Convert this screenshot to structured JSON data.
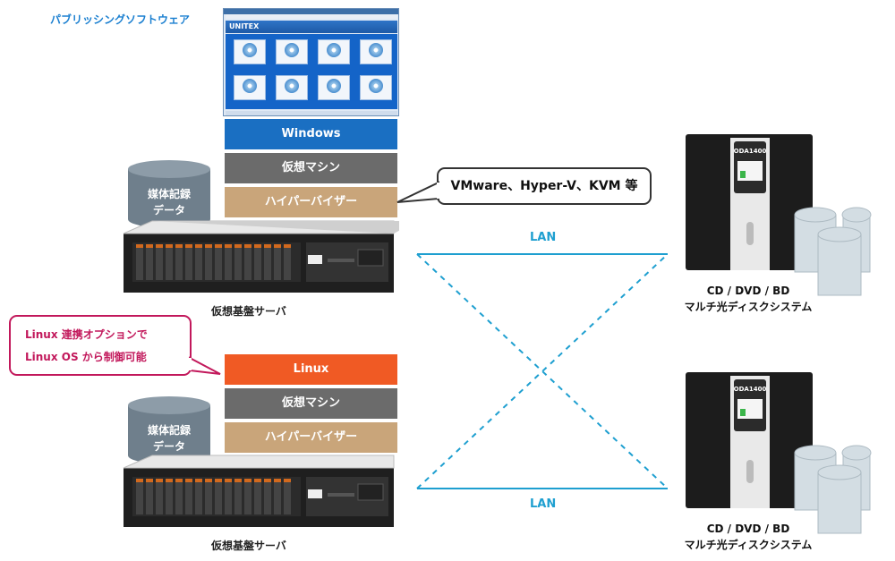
{
  "top": {
    "software_label": "パブリッシングソフトウェア",
    "app_brand": "UNITEX",
    "windows_label": "Windows",
    "vm_label": "仮想マシン",
    "hypervisor_label": "ハイパーバイザー",
    "hypervisor_note": "VMware、Hyper-V、KVM 等",
    "media_data_line1": "媒体記録",
    "media_data_line2": "データ",
    "server_label": "仮想基盤サーバ"
  },
  "bottom": {
    "linux_label": "Linux",
    "vm_label": "仮想マシン",
    "hypervisor_label": "ハイパーバイザー",
    "linux_note_line1": "Linux 連携オプションで",
    "linux_note_line2": "Linux OS から制御可能",
    "media_data_line1": "媒体記録",
    "media_data_line2": "データ",
    "server_label": "仮想基盤サーバ"
  },
  "network": {
    "lan_top": "LAN",
    "lan_bottom": "LAN"
  },
  "devices": {
    "model_label": "ODA1400",
    "top_line1": "CD / DVD / BD",
    "top_line2": "マルチ光ディスクシステム",
    "bottom_line1": "CD / DVD / BD",
    "bottom_line2": "マルチ光ディスクシステム"
  },
  "colors": {
    "windows": "#1a6fc2",
    "vm": "#6b6b6b",
    "hypervisor": "#c9a57a",
    "linux": "#f05a24",
    "lan": "#1e9fd0",
    "linux_note": "#c2185b"
  }
}
